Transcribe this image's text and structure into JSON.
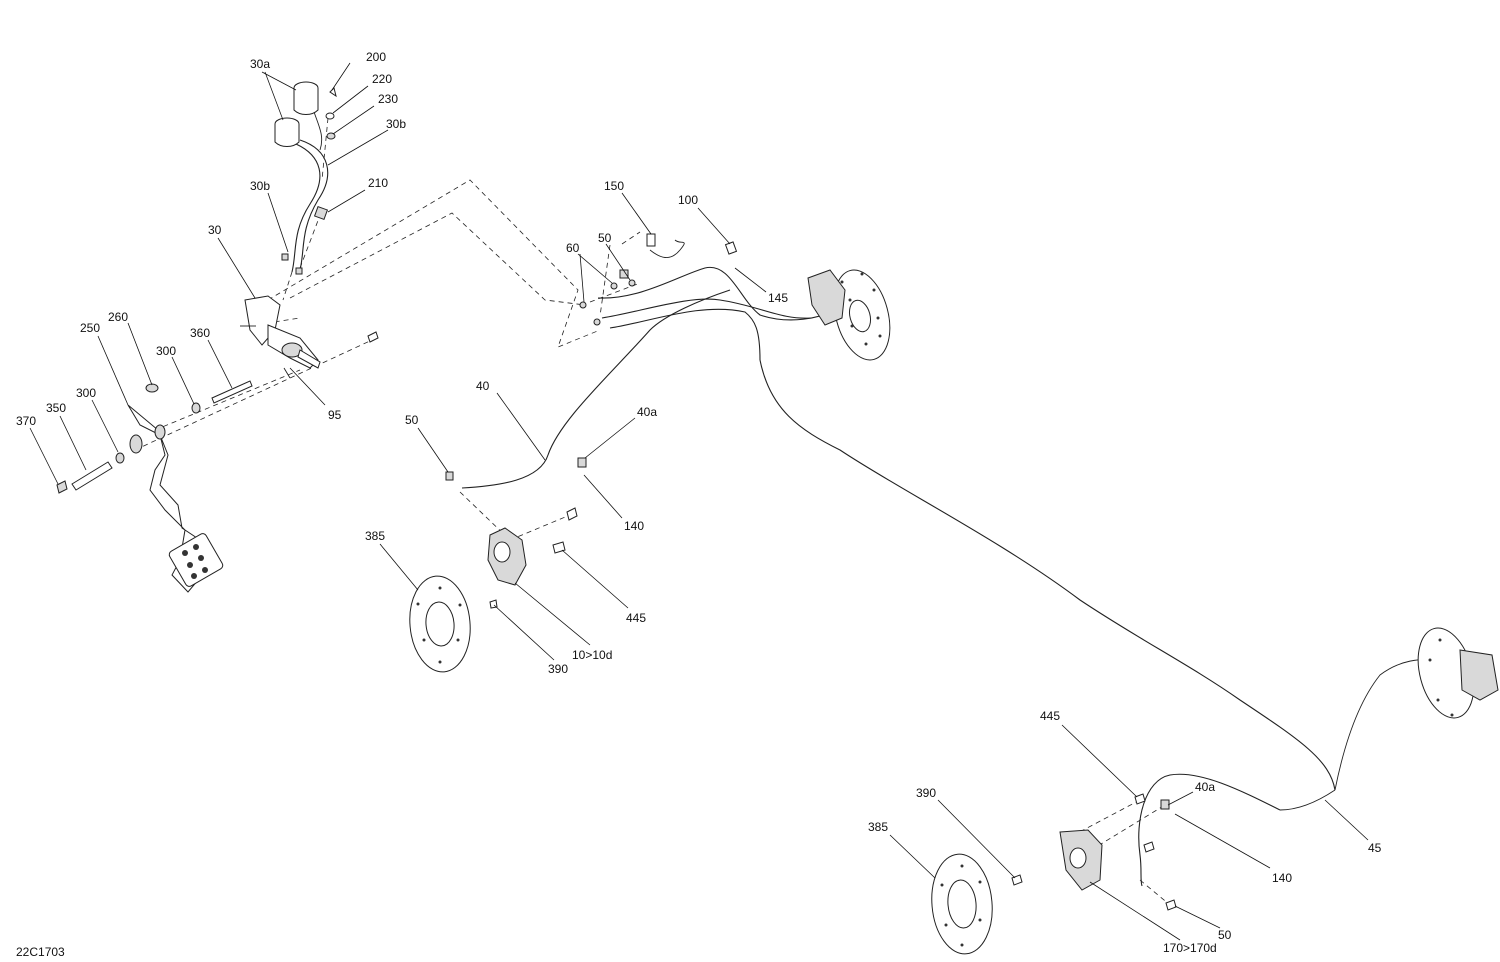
{
  "figure_id": "22C1703",
  "callouts": {
    "c200": "200",
    "c30a": "30a",
    "c220": "220",
    "c230": "230",
    "c30b_top": "30b",
    "c210": "210",
    "c30b_mid": "30b",
    "c30": "30",
    "c260": "260",
    "c250": "250",
    "c360": "360",
    "c300_upper": "300",
    "c95": "95",
    "c300_lower": "300",
    "c350": "350",
    "c370": "370",
    "c150": "150",
    "c100": "100",
    "c60": "60",
    "c50_top": "50",
    "c145": "145",
    "c40": "40",
    "c50_left": "50",
    "c40a_top": "40a",
    "c140_top": "140",
    "c385_left": "385",
    "c445_left": "445",
    "c10_10d": "10>10d",
    "c390_left": "390",
    "c445_right": "445",
    "c40a_right": "40a",
    "c390_right": "390",
    "c385_right": "385",
    "c140_right": "140",
    "c45": "45",
    "c50_right": "50",
    "c170_170d": "170>170d"
  }
}
